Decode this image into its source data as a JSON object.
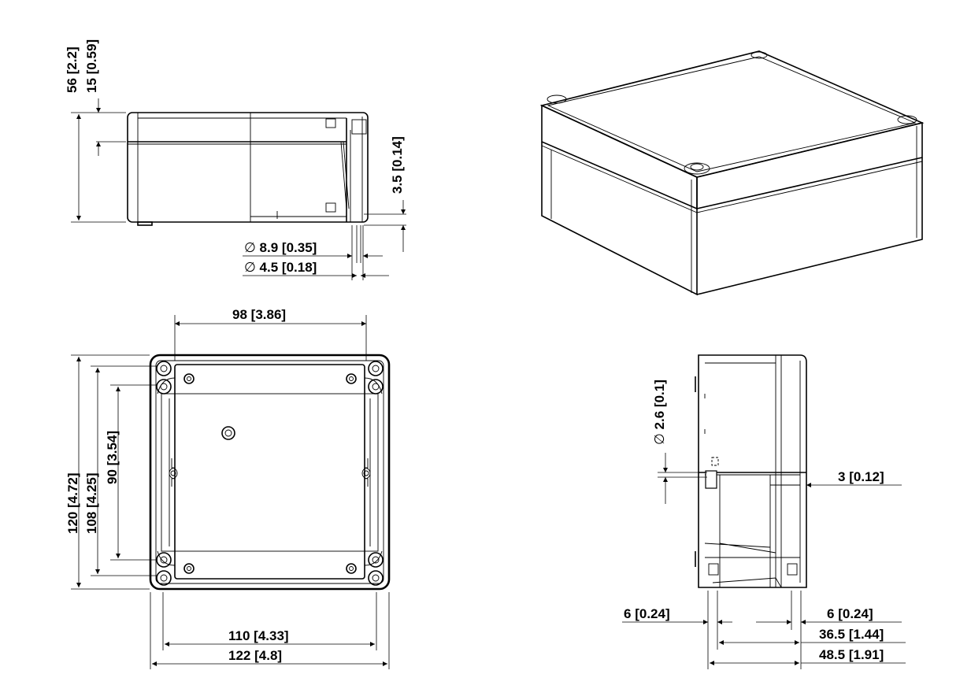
{
  "side_view": {
    "height_total": "56",
    "height_total_in": "[2.2]",
    "lid_height": "15",
    "lid_height_in": "[0.59]",
    "flange": "3.5",
    "flange_in": "[0.14]",
    "hole_outer_sym": "∅",
    "hole_outer": "8.9",
    "hole_outer_in": "[0.35]",
    "hole_inner_sym": "∅",
    "hole_inner": "4.5",
    "hole_inner_in": "[0.18]"
  },
  "plan_view": {
    "inner_width": "98",
    "inner_width_in": "[3.86]",
    "height_outer": "120",
    "height_outer_in": "[4.72]",
    "height_mid": "108",
    "height_mid_in": "[4.25]",
    "height_inner": "90",
    "height_inner_in": "[3.54]",
    "width_mid": "110",
    "width_mid_in": "[4.33]",
    "width_outer": "122",
    "width_outer_in": "[4.8]"
  },
  "section_view": {
    "screw_sym": "∅",
    "screw": "2.6",
    "screw_in": "[0.1]",
    "wall": "3",
    "wall_in": "[0.12]",
    "offset_left": "6",
    "offset_left_in": "[0.24]",
    "offset_right": "6",
    "offset_right_in": "[0.24]",
    "depth_mid": "36.5",
    "depth_mid_in": "[1.44]",
    "depth_outer": "48.5",
    "depth_outer_in": "[1.91]"
  }
}
